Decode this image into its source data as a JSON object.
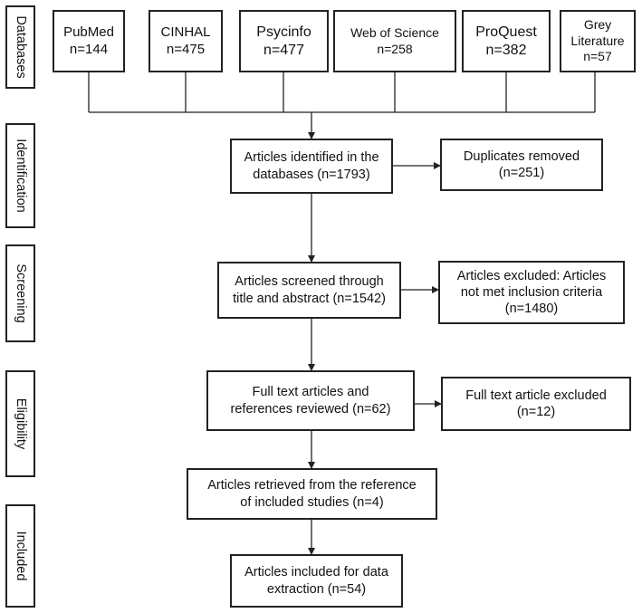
{
  "stages": [
    {
      "id": "databases",
      "label": "Databases"
    },
    {
      "id": "identification",
      "label": "Identification"
    },
    {
      "id": "screening",
      "label": "Screening"
    },
    {
      "id": "eligibility",
      "label": "Eligibility"
    },
    {
      "id": "included",
      "label": "Included"
    }
  ],
  "databases": [
    {
      "name": "PubMed",
      "count": "n=144"
    },
    {
      "name": "CINHAL",
      "count": "n=475"
    },
    {
      "name": "Psycinfo",
      "count": "n=477"
    },
    {
      "name": "Web of Science",
      "count": "n=258"
    },
    {
      "name": "ProQuest",
      "count": "n=382"
    },
    {
      "name": "Grey\nLiterature",
      "count": "n=57"
    }
  ],
  "flow": {
    "identified": "Articles identified in the\ndatabases (n=1793)",
    "duplicates": "Duplicates removed\n(n=251)",
    "screened": "Articles screened through\ntitle and abstract (n=1542)",
    "excluded_screening": "Articles excluded: Articles\nnot met inclusion criteria\n(n=1480)",
    "fulltext": "Full text articles and\nreferences reviewed (n=62)",
    "excluded_fulltext": "Full text article excluded\n(n=12)",
    "retrieved": "Articles retrieved from the reference\nof included studies (n=4)",
    "included": "Articles included for data\nextraction (n=54)"
  }
}
